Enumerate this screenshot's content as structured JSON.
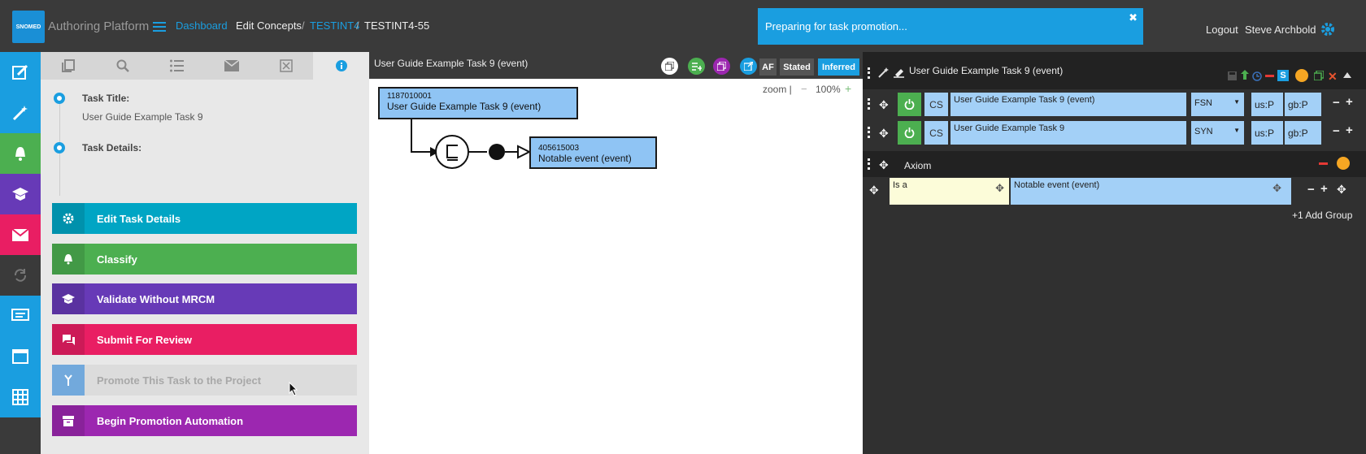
{
  "header": {
    "logo": "SNOMED",
    "app_title": "Authoring Platform",
    "breadcrumbs": [
      "Dashboard",
      "Edit Concepts",
      "TESTINT4",
      "TESTINT4-55"
    ],
    "separator": "/",
    "toast": "Preparing for task promotion...",
    "logout": "Logout",
    "user": "Steve Archbold"
  },
  "task": {
    "title_label": "Task Title:",
    "title_value": "User Guide Example Task 9",
    "details_label": "Task Details:"
  },
  "actions": {
    "edit": "Edit Task Details",
    "classify": "Classify",
    "validate": "Validate Without MRCM",
    "submit": "Submit For Review",
    "promote": "Promote This Task to the Project",
    "automation": "Begin Promotion Automation"
  },
  "diagram": {
    "title": "User Guide Example Task 9 (event)",
    "af": "AF",
    "stated": "Stated",
    "inferred": "Inferred",
    "zoom_label": "zoom |",
    "zoom_minus": "−",
    "zoom_value": "100%",
    "zoom_plus": "+",
    "concept": {
      "id": "1187010001",
      "term": "User Guide Example Task 9 (event)"
    },
    "parent": {
      "id": "405615003",
      "term": "Notable event (event)"
    }
  },
  "editor": {
    "title": "User Guide Example Task 9 (event)",
    "descriptions": [
      {
        "cs": "CS",
        "term": "User Guide Example Task 9 (event)",
        "type": "FSN",
        "us": "us:P",
        "gb": "gb:P"
      },
      {
        "cs": "CS",
        "term": "User Guide Example Task 9",
        "type": "SYN",
        "us": "us:P",
        "gb": "gb:P"
      }
    ],
    "axiom_label": "Axiom",
    "relationship": {
      "type": "Is a",
      "target": "Notable event (event)"
    },
    "add_group": "+1 Add Group"
  },
  "colors": {
    "accent": "#1a9ee0",
    "edit": "#00a5c4",
    "classify": "#4caf50",
    "validate": "#673ab7",
    "submit": "#e91e63",
    "promote": "#dcdcdc",
    "automation": "#9c27b0"
  }
}
